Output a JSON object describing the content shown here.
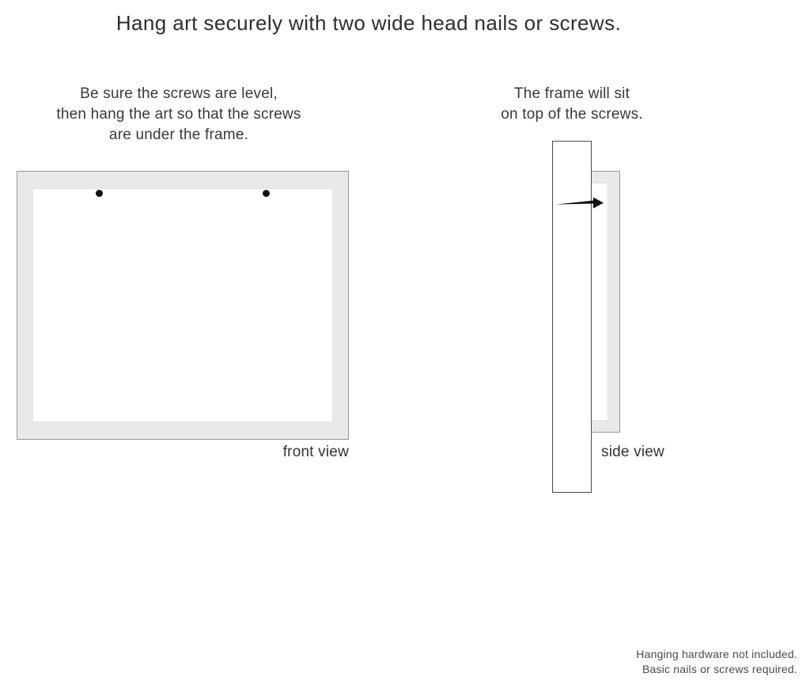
{
  "title": "Hang art securely with two wide head nails or screws.",
  "front_view": {
    "instructions": [
      "Be sure the screws are level,",
      "then hang the art so that the screws",
      "are under the frame."
    ],
    "label": "front view",
    "screw_count": 2
  },
  "side_view": {
    "instructions": [
      "The frame will sit",
      "on top of the screws."
    ],
    "label": "side view"
  },
  "footer": {
    "lines": [
      "Hanging hardware not included.",
      "Basic nails or screws required."
    ]
  },
  "colors": {
    "frame_fill": "#e9e9e9",
    "frame_border": "#979797",
    "wall_border": "#4a4a4a",
    "text": "#333333",
    "nail": "#111111",
    "background": "#ffffff"
  }
}
